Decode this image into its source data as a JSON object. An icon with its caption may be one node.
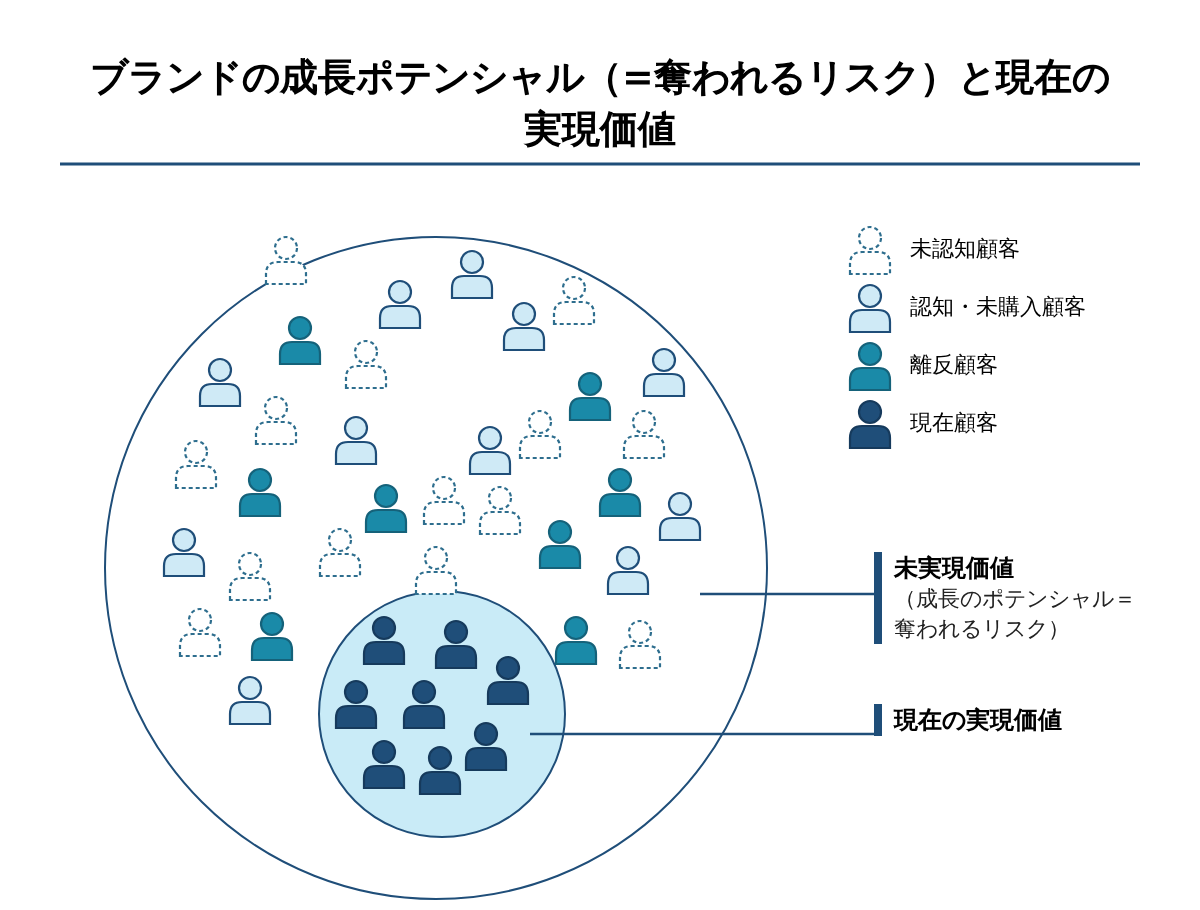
{
  "diagram": {
    "title": "ブランドの成長ポテンシャル（=奪われるリスク）と現在の実現価値",
    "nodes": [
      {
        "text": [],
        "shape": "circle"
      },
      {
        "text": [],
        "shape": "circle",
        "in": 0
      },
      {
        "text": [
          "未実現価値",
          "（成長のポテンシャル＝奪われるリスク）"
        ]
      },
      {
        "text": [
          "現在の実現価値"
        ]
      }
    ],
    "edges": [
      {
        "from": 2,
        "to": 0,
        "arrow": "none"
      },
      {
        "from": 3,
        "to": 1,
        "arrow": "none"
      }
    ],
    "legend": [
      {
        "text": "未認知顧客"
      },
      {
        "text": "認知・未購入顧客"
      },
      {
        "text": "離反顧客"
      },
      {
        "text": "現在顧客"
      }
    ]
  }
}
